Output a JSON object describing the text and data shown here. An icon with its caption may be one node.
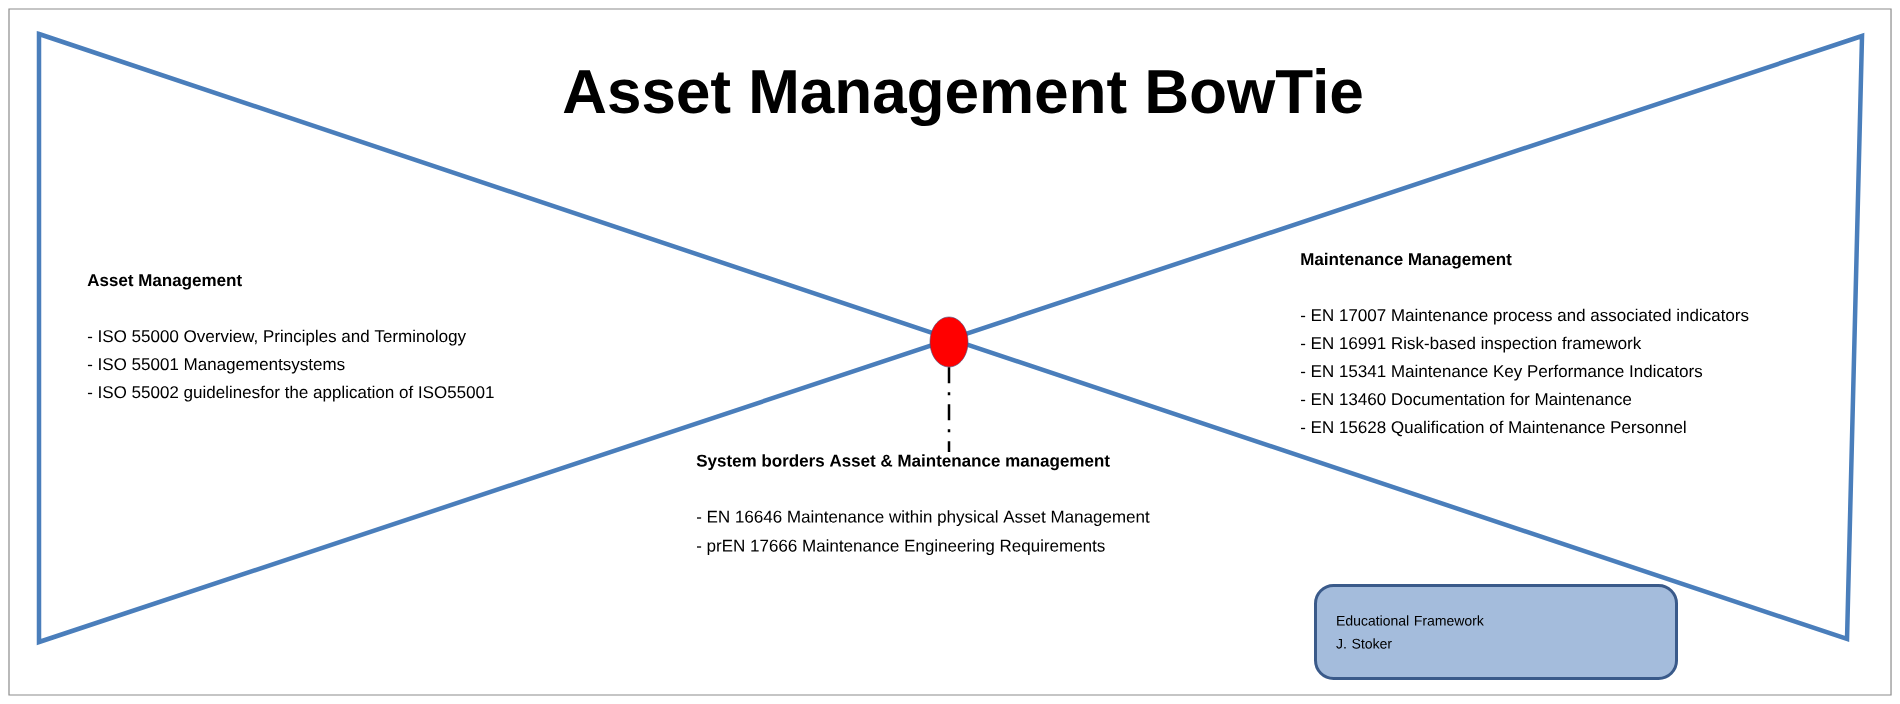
{
  "diagram": {
    "title": "Asset Management BowTie",
    "nodes": [
      {
        "text": [],
        "shape": "circle"
      },
      {
        "text": [
          "System borders Asset & Maintenance management",
          "- EN 16646 Maintenance within physical Asset Management",
          "- prEN 17666 Maintenance Engineering Requirements"
        ]
      },
      {
        "text": [
          "Educational Framework",
          "J. Stoker"
        ]
      }
    ],
    "edges": [
      {
        "from": 0,
        "to": 1,
        "arrow": "none",
        "style": "dashed"
      }
    ],
    "labels": [
      "Asset Management",
      "- ISO 55000 Overview, Principles and Terminology",
      "- ISO 55001 Managementsystems",
      "- ISO 55002 guidelinesfor the application of ISO55001",
      "Maintenance Management",
      "- EN 17007 Maintenance process and associated indicators",
      "- EN 16991 Risk-based inspection framework",
      "- EN 15341 Maintenance Key Performance Indicators",
      "- EN 13460 Documentation for Maintenance",
      "- EN 15628 Qualification of Maintenance Personnel"
    ]
  }
}
